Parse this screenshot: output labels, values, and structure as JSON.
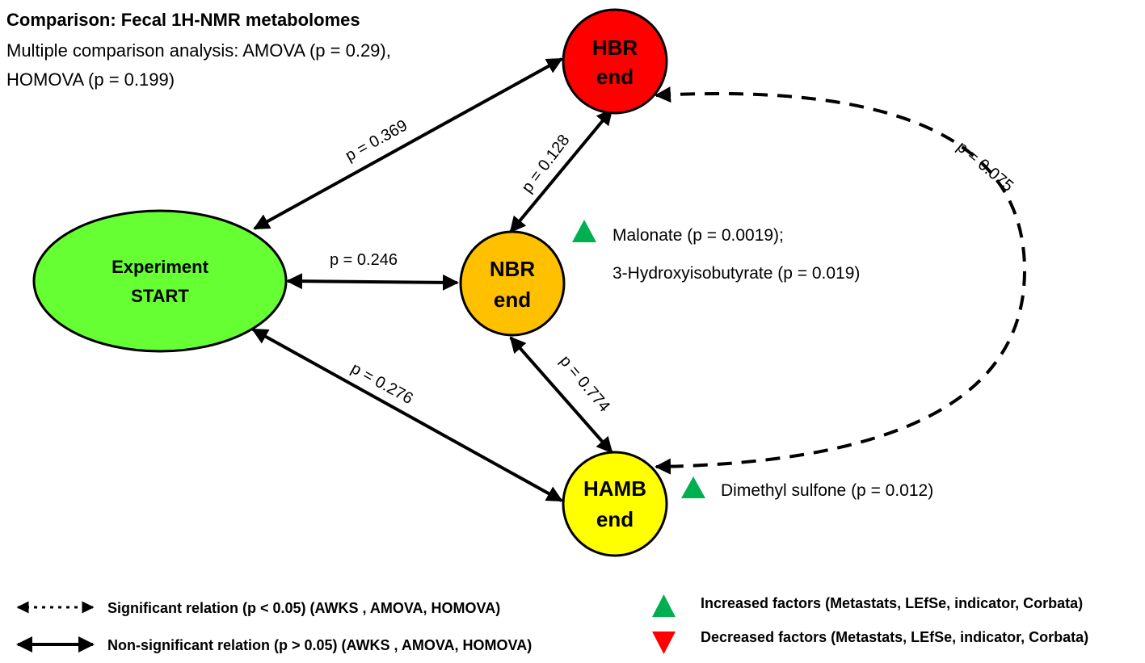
{
  "header": {
    "title": "Comparison: Fecal 1H-NMR metabolomes",
    "subtitle_line1": "Multiple comparison analysis: AMOVA (p = 0.29),",
    "subtitle_line2": "HOMOVA (p = 0.199)"
  },
  "nodes": {
    "start": {
      "line1": "Experiment",
      "line2": "START",
      "color": "#66ff33"
    },
    "hbr": {
      "line1": "HBR",
      "line2": "end",
      "color": "#ff0000"
    },
    "nbr": {
      "line1": "NBR",
      "line2": "end",
      "color": "#ffc000"
    },
    "hamb": {
      "line1": "HAMB",
      "line2": "end",
      "color": "#ffff00"
    }
  },
  "edges": {
    "start_hbr": {
      "label": "p = 0.369",
      "style": "solid"
    },
    "start_nbr": {
      "label": "p = 0.246",
      "style": "solid"
    },
    "start_hamb": {
      "label": "p = 0.276",
      "style": "solid"
    },
    "nbr_hbr": {
      "label": "p = 0.128",
      "style": "solid"
    },
    "nbr_hamb": {
      "label": "p = 0.774",
      "style": "solid"
    },
    "hbr_hamb": {
      "label": "p = 0.075",
      "style": "dashed"
    }
  },
  "annotations": {
    "nbr_line1": "Malonate (p = 0.0019);",
    "nbr_line2": "3-Hydroxyisobutyrate (p = 0.019)",
    "hamb_line1": "Dimethyl sulfone (p = 0.012)"
  },
  "legend": {
    "significant": "Significant relation (p < 0.05) (AWKS , AMOVA, HOMOVA)",
    "nonsignificant": "Non-significant relation (p > 0.05) (AWKS , AMOVA, HOMOVA)",
    "increased": "Increased factors (Metastats, LEfSe, indicator, Corbata)",
    "decreased": "Decreased factors (Metastats, LEfSe, indicator, Corbata)"
  },
  "colors": {
    "increased_triangle": "#00b050",
    "decreased_triangle": "#ff0000",
    "line": "#000000"
  }
}
